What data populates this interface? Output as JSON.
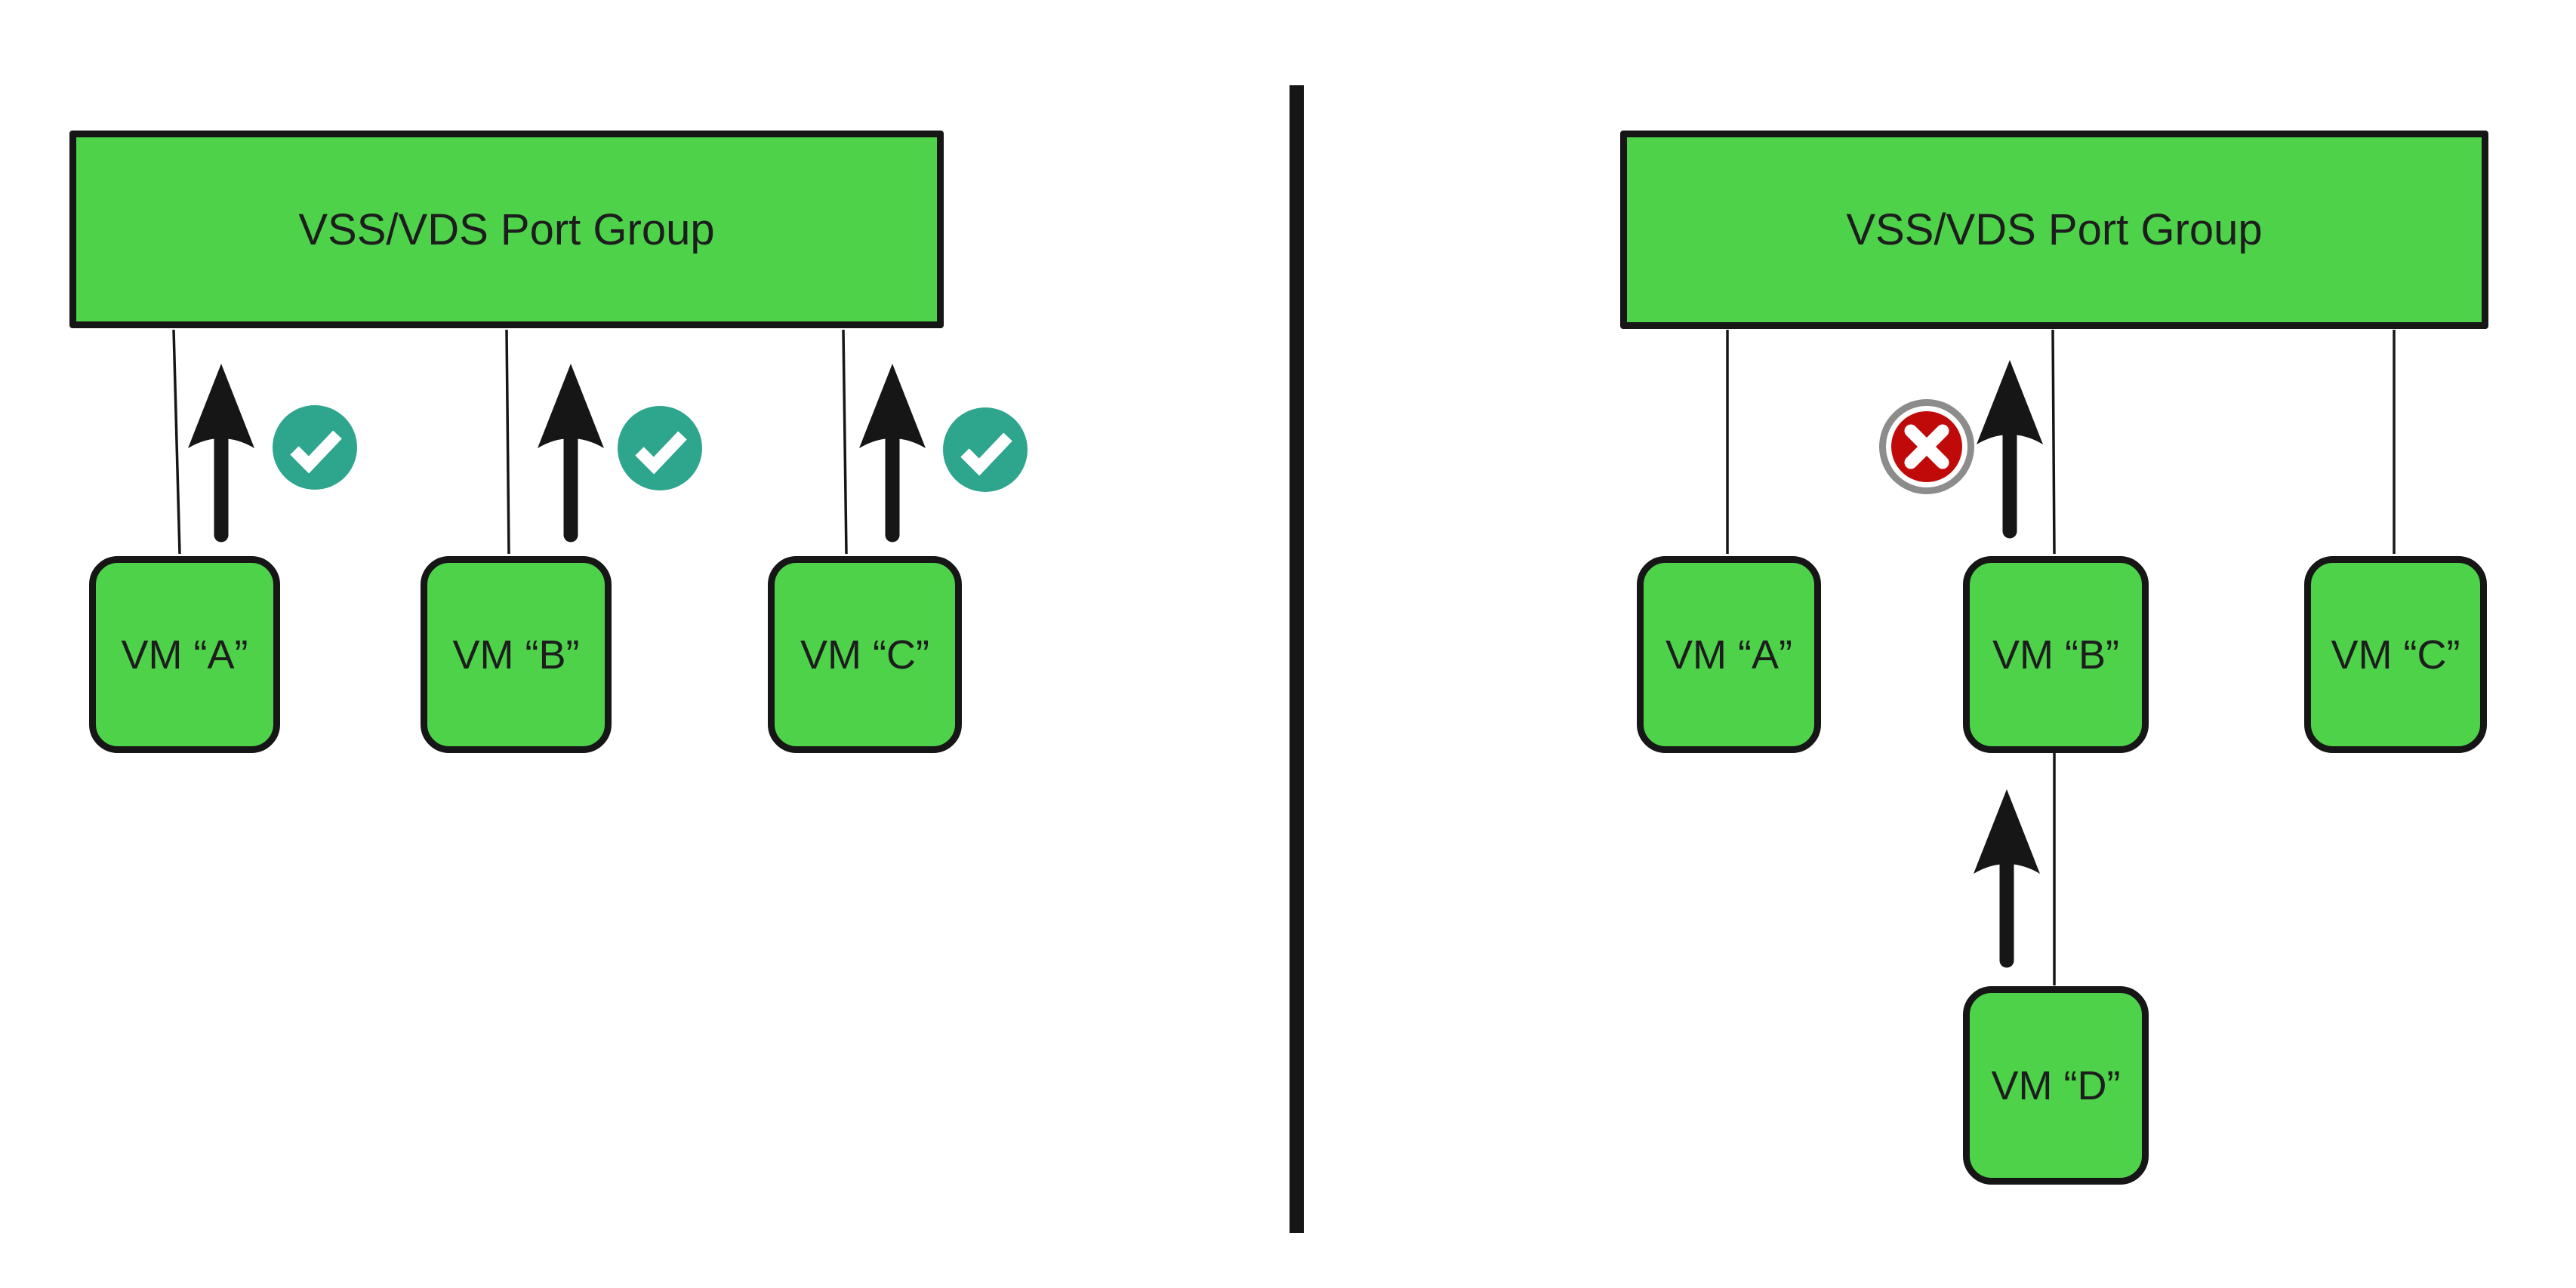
{
  "title": "VSS/VDS Port Group VM connectivity diagram",
  "colors": {
    "background": "#ffffff",
    "node_green": "#4dd24a",
    "outline_black": "#161616",
    "text_dark": "#1d1d1d",
    "check_teal": "#2ea58d",
    "error_red": "#c00a0a",
    "error_ring_gray": "#8c8c8c",
    "icon_white": "#ffffff"
  },
  "left_panel": {
    "port_group": {
      "label": "VSS/VDS Port Group"
    },
    "vms": [
      {
        "label": "VM “A”",
        "status_icon": "check"
      },
      {
        "label": "VM “B”",
        "status_icon": "check"
      },
      {
        "label": "VM “C”",
        "status_icon": "check"
      }
    ]
  },
  "right_panel": {
    "port_group": {
      "label": "VSS/VDS Port Group"
    },
    "vms": [
      {
        "label": "VM “A”"
      },
      {
        "label": "VM “B”",
        "status_icon": "error"
      },
      {
        "label": "VM “C”"
      }
    ],
    "nested_vm": {
      "label": "VM “D”"
    }
  }
}
